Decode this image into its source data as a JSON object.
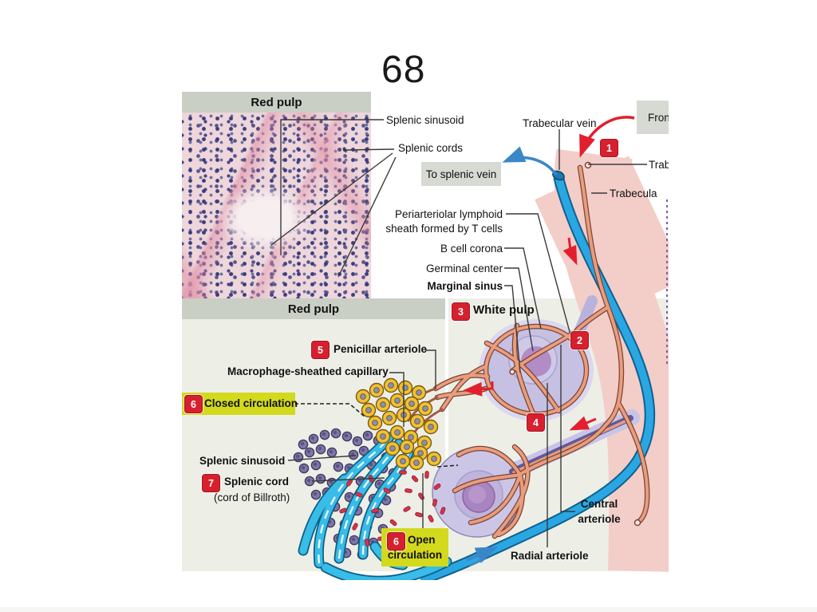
{
  "slide": {
    "page_number": "68"
  },
  "histology_panel": {
    "header": "Red pulp"
  },
  "top_labels": {
    "splenic_sinusoid": "Splenic sinusoid",
    "splenic_cords": "Splenic cords",
    "to_splenic_vein": "To splenic vein",
    "trabecular_vein": "Trabecular vein",
    "from_box_clipped": "Fron",
    "trabecular_artery_clipped": "Trab",
    "trabecula": "Trabecula"
  },
  "white_pulp_labels": {
    "pals_line1": "Periarteriolar lymphoid",
    "pals_line2": "sheath formed by T cells",
    "b_cell_corona": "B cell corona",
    "germinal_center": "Germinal center",
    "marginal_sinus": "Marginal sinus",
    "white_pulp": "White pulp",
    "central_arteriole_line1": "Central",
    "central_arteriole_line2": "arteriole",
    "radial_arteriole": "Radial arteriole"
  },
  "red_pulp_labels": {
    "header": "Red pulp",
    "penicillar_arteriole": "Penicillar arteriole",
    "macrophage_sheathed_capillary": "Macrophage-sheathed capillary",
    "closed_circulation": "Closed circulation",
    "splenic_sinusoid": "Splenic sinusoid",
    "splenic_cord": "Splenic cord",
    "cord_of_billroth": "(cord of Billroth)",
    "open_circulation_line1": "Open",
    "open_circulation_line2": "circulation"
  },
  "badges": {
    "b1": "1",
    "b2": "2",
    "b3": "3",
    "b4": "4",
    "b5": "5",
    "b6_closed": "6",
    "b6_open": "6",
    "b7": "7"
  },
  "colors": {
    "badge_red": "#d7202e",
    "highlight_yellow": "#d3d91c",
    "header_gray_green": "#c9cfc4",
    "panel_bg": "#edefe7",
    "artery_salmon": "#e99d7d",
    "vein_blue": "#2aa7e2",
    "white_pulp_lavender": "#c6c0e2",
    "trabecula_pink": "#f3cdc8"
  }
}
